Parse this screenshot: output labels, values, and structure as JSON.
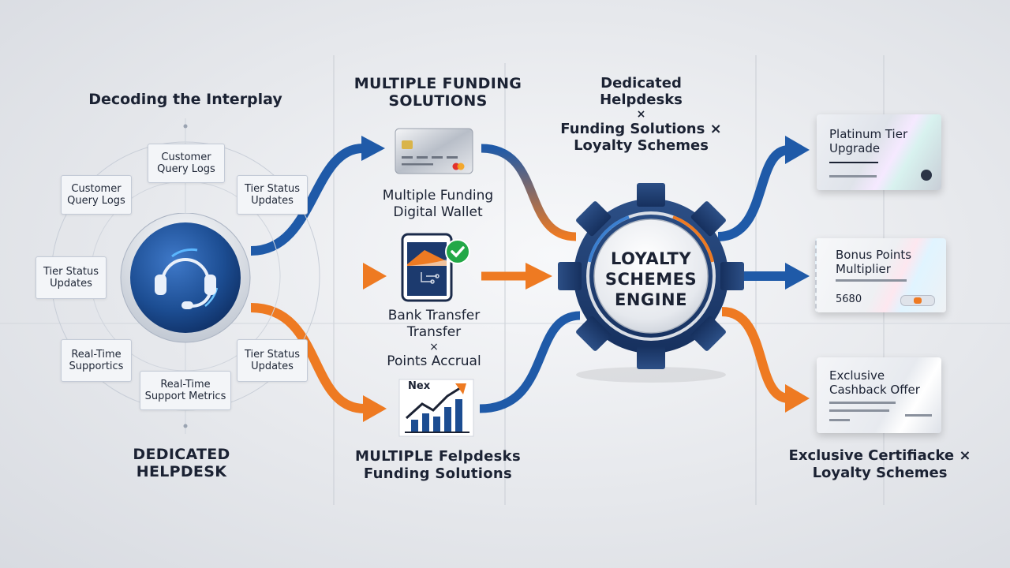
{
  "left": {
    "title": "Decoding the Interplay",
    "bottom_title_l1": "DEDICATED",
    "bottom_title_l2": "HELPDESK",
    "chips": [
      {
        "l1": "Customer",
        "l2": "Query Logs"
      },
      {
        "l1": "Customer",
        "l2": "Query Logs"
      },
      {
        "l1": "Tier Status",
        "l2": "Updates"
      },
      {
        "l1": "Tier Status",
        "l2": "Updates"
      },
      {
        "l1": "Real-Time",
        "l2": "Supportics"
      },
      {
        "l1": "Real-Time",
        "l2": "Support Metrics"
      },
      {
        "l1": "Tier Status",
        "l2": "Updates"
      }
    ]
  },
  "middle": {
    "title_l1": "MULTIPLE FUNDING",
    "title_l2": "SOLUTIONS",
    "wallet_l1": "Multiple Funding",
    "wallet_l2": "Digital Wallet",
    "bank_l1": "Bank Transfer",
    "bank_l2": "Transfer",
    "bank_l3": "×",
    "bank_l4": "Points Accrual",
    "chart_label": "Nex",
    "bottom_l1": "MULTIPLE Felpdesks",
    "bottom_l2": "Funding Solutions"
  },
  "engine": {
    "top_l1": "Dedicated",
    "top_l2": "Helpdesks",
    "top_l3": "×",
    "top_l4": "Funding Solutions ×",
    "top_l5": "Loyalty Schemes",
    "label_l1": "LOYALTY",
    "label_l2": "SCHEMES",
    "label_l3": "ENGINE"
  },
  "right": {
    "card1_l1": "Platinum Tier",
    "card1_l2": "Upgrade",
    "card2_l1": "Bonus Points",
    "card2_l2": "Multiplier",
    "card2_value": "5680",
    "card3_l1": "Exclusive",
    "card3_l2": "Cashback Offer",
    "bottom_l1": "Exclusive Certifiacke ×",
    "bottom_l2": "Loyalty Schemes"
  },
  "colors": {
    "blue": "#1f5aa8",
    "orange": "#ee7a22",
    "navy": "#1b2233"
  }
}
